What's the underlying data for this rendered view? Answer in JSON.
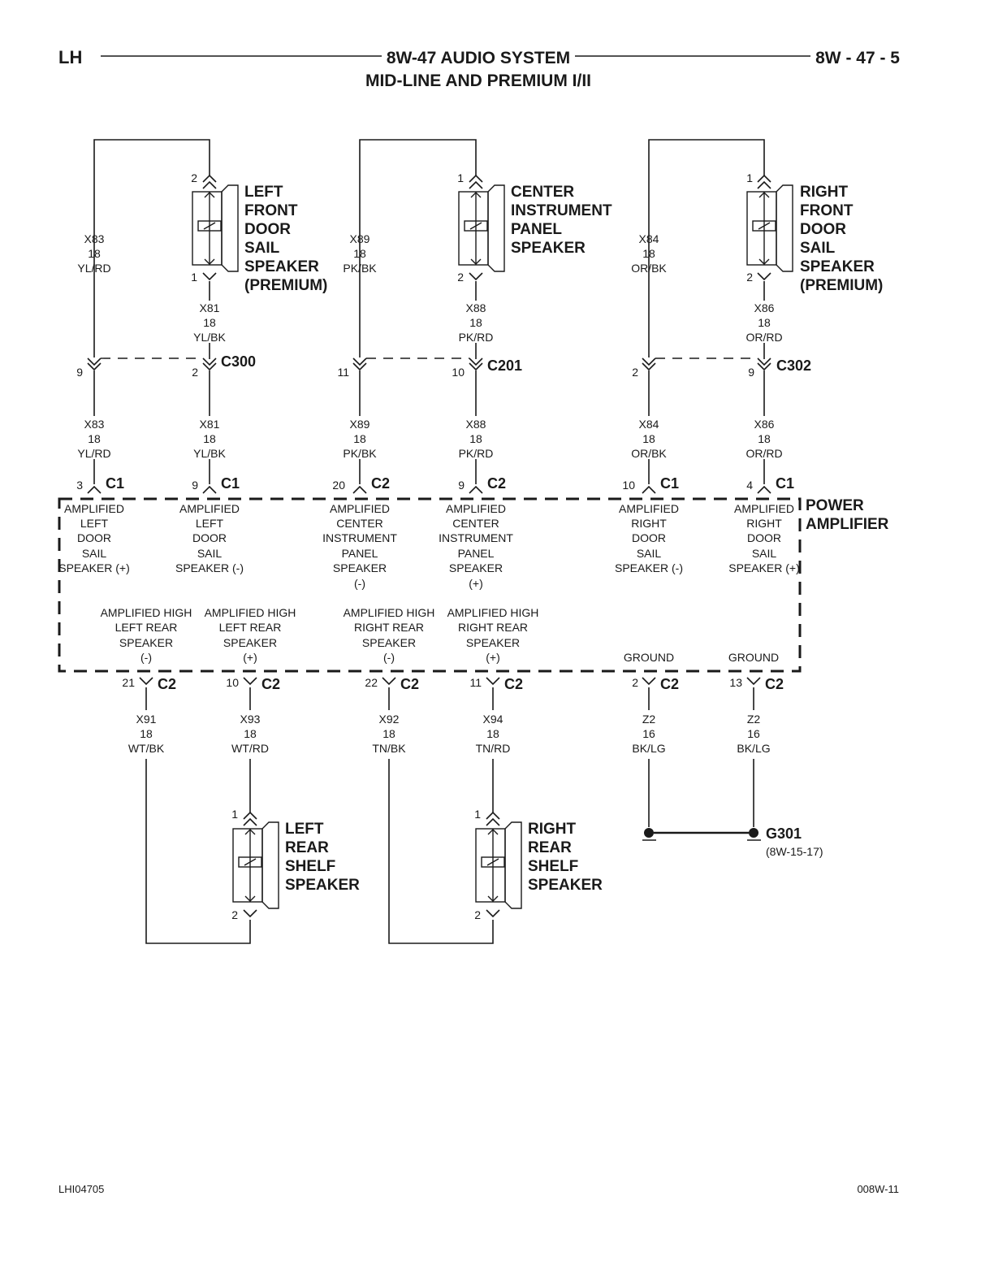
{
  "header": {
    "left": "LH",
    "title": "8W-47 AUDIO SYSTEM",
    "subtitle": "MID-LINE AND PREMIUM I/II",
    "page": "8W - 47 - 5"
  },
  "footer": {
    "left": "LHI04705",
    "right": "008W-11"
  },
  "speakers": {
    "lf": {
      "lines": [
        "LEFT",
        "FRONT",
        "DOOR",
        "SAIL",
        "SPEAKER",
        "(PREMIUM)"
      ],
      "pin_top": "2",
      "pin_bottom": "1"
    },
    "ci": {
      "lines": [
        "CENTER",
        "INSTRUMENT",
        "PANEL",
        "SPEAKER"
      ],
      "pin_top": "1",
      "pin_bottom": "2"
    },
    "rf": {
      "lines": [
        "RIGHT",
        "FRONT",
        "DOOR",
        "SAIL",
        "SPEAKER",
        "(PREMIUM)"
      ],
      "pin_top": "1",
      "pin_bottom": "2"
    },
    "lr": {
      "lines": [
        "LEFT",
        "REAR",
        "SHELF",
        "SPEAKER"
      ],
      "pin_top": "1",
      "pin_bottom": "2"
    },
    "rr": {
      "lines": [
        "RIGHT",
        "REAR",
        "SHELF",
        "SPEAKER"
      ],
      "pin_top": "1",
      "pin_bottom": "2"
    }
  },
  "wires": {
    "x83_up": [
      "X83",
      "18",
      "YL/RD"
    ],
    "x89_up": [
      "X89",
      "18",
      "PK/BK"
    ],
    "x84_up": [
      "X84",
      "18",
      "OR/BK"
    ],
    "x81_up": [
      "X81",
      "18",
      "YL/BK"
    ],
    "x88_up": [
      "X88",
      "18",
      "PK/RD"
    ],
    "x86_up": [
      "X86",
      "18",
      "OR/RD"
    ],
    "x83_lo": [
      "X83",
      "18",
      "YL/RD"
    ],
    "x81_lo": [
      "X81",
      "18",
      "YL/BK"
    ],
    "x89_lo": [
      "X89",
      "18",
      "PK/BK"
    ],
    "x88_lo": [
      "X88",
      "18",
      "PK/RD"
    ],
    "x84_lo": [
      "X84",
      "18",
      "OR/BK"
    ],
    "x86_lo": [
      "X86",
      "18",
      "OR/RD"
    ],
    "x91": [
      "X91",
      "18",
      "WT/BK"
    ],
    "x93": [
      "X93",
      "18",
      "WT/RD"
    ],
    "x92": [
      "X92",
      "18",
      "TN/BK"
    ],
    "x94": [
      "X94",
      "18",
      "TN/RD"
    ],
    "z2a": [
      "Z2",
      "16",
      "BK/LG"
    ],
    "z2b": [
      "Z2",
      "16",
      "BK/LG"
    ]
  },
  "inline_connectors": {
    "c300": {
      "name": "C300",
      "pin_left": "9",
      "pin_right": "2"
    },
    "c201": {
      "name": "C201",
      "pin_left": "11",
      "pin_right": "10"
    },
    "c302": {
      "name": "C302",
      "pin_left": "2",
      "pin_right": "9"
    }
  },
  "amp": {
    "name_lines": [
      "POWER",
      "AMPLIFIER"
    ],
    "top_pins": [
      {
        "pin": "3",
        "conn": "C1",
        "lines": [
          "AMPLIFIED",
          "LEFT",
          "DOOR",
          "SAIL",
          "SPEAKER (+)"
        ]
      },
      {
        "pin": "9",
        "conn": "C1",
        "lines": [
          "AMPLIFIED",
          "LEFT",
          "DOOR",
          "SAIL",
          "SPEAKER (-)"
        ]
      },
      {
        "pin": "20",
        "conn": "C2",
        "lines": [
          "AMPLIFIED",
          "CENTER",
          "INSTRUMENT",
          "PANEL",
          "SPEAKER",
          "(-)"
        ]
      },
      {
        "pin": "9",
        "conn": "C2",
        "lines": [
          "AMPLIFIED",
          "CENTER",
          "INSTRUMENT",
          "PANEL",
          "SPEAKER",
          "(+)"
        ]
      },
      {
        "pin": "10",
        "conn": "C1",
        "lines": [
          "AMPLIFIED",
          "RIGHT",
          "DOOR",
          "SAIL",
          "SPEAKER (-)"
        ]
      },
      {
        "pin": "4",
        "conn": "C1",
        "lines": [
          "AMPLIFIED",
          "RIGHT",
          "DOOR",
          "SAIL",
          "SPEAKER (+)"
        ]
      }
    ],
    "bottom_pins": [
      {
        "pin": "21",
        "conn": "C2",
        "lines": [
          "AMPLIFIED HIGH",
          "LEFT REAR",
          "SPEAKER",
          "(-)"
        ]
      },
      {
        "pin": "10",
        "conn": "C2",
        "lines": [
          "AMPLIFIED HIGH",
          "LEFT REAR",
          "SPEAKER",
          "(+)"
        ]
      },
      {
        "pin": "22",
        "conn": "C2",
        "lines": [
          "AMPLIFIED HIGH",
          "RIGHT REAR",
          "SPEAKER",
          "(-)"
        ]
      },
      {
        "pin": "11",
        "conn": "C2",
        "lines": [
          "AMPLIFIED HIGH",
          "RIGHT REAR",
          "SPEAKER",
          "(+)"
        ]
      },
      {
        "pin": "2",
        "conn": "C2",
        "lines": [
          "GROUND"
        ]
      },
      {
        "pin": "13",
        "conn": "C2",
        "lines": [
          "GROUND"
        ]
      }
    ]
  },
  "ground": {
    "name": "G301",
    "ref": "(8W-15-17)"
  }
}
